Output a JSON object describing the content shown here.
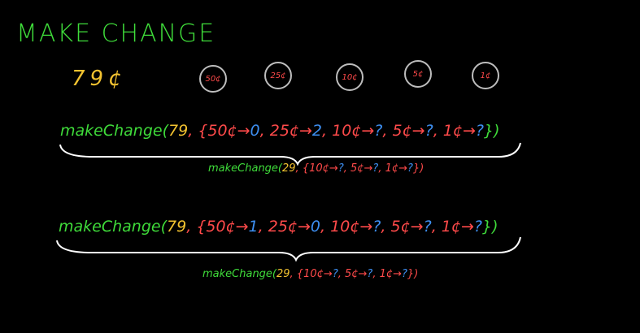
{
  "colors": {
    "background": "#000000",
    "green": "#3fdc3a",
    "yellow": "#f2c230",
    "red": "#ff4a4a",
    "blue": "#3d8ef0",
    "white": "#ffffff",
    "coin_border": "#bdbdbd"
  },
  "title": "MAKE CHANGE",
  "amount": "79¢",
  "coins": [
    "50¢",
    "25¢",
    "10¢",
    "5¢",
    "1¢"
  ],
  "line1": {
    "func": "makeChange(",
    "arg": "79",
    "sep1": ", {",
    "c50": "50¢→",
    "v50": "0",
    "comma1": ", ",
    "c25": "25¢→",
    "v25": "2",
    "comma2": ", ",
    "c10": "10¢→",
    "v10": "?",
    "comma3": ", ",
    "c5": "5¢→",
    "v5": "?",
    "comma4": ", ",
    "c1": "1¢→",
    "v1": "?",
    "close": "})"
  },
  "sub1": {
    "func": "makeChange(",
    "arg": "29",
    "sep": ", {",
    "c10": "10¢→",
    "v10": "?",
    "comma1": ", ",
    "c5": "5¢→",
    "v5": "?",
    "comma2": ", ",
    "c1": "1¢→",
    "v1": "?",
    "close": "})"
  },
  "line2": {
    "func": "makeChange(",
    "arg": "79",
    "sep1": ", {",
    "c50": "50¢→",
    "v50": "1",
    "comma1": ", ",
    "c25": "25¢→",
    "v25": "0",
    "comma2": ", ",
    "c10": "10¢→",
    "v10": "?",
    "comma3": ", ",
    "c5": "5¢→",
    "v5": "?",
    "comma4": ", ",
    "c1": "1¢→",
    "v1": "?",
    "close": "})"
  },
  "sub2": {
    "func": "makeChange(",
    "arg": "29",
    "sep": ", {",
    "c10": "10¢→",
    "v10": "?",
    "comma1": ", ",
    "c5": "5¢→",
    "v5": "?",
    "comma2": ", ",
    "c1": "1¢→",
    "v1": "?",
    "close": "})"
  }
}
